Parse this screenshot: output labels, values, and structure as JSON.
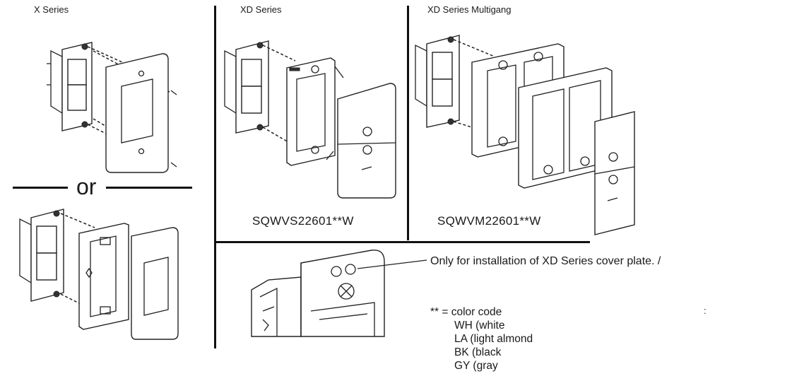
{
  "sections": {
    "x_series_label": "X Series",
    "xd_series_label": "XD Series",
    "xd_multigang_label": "XD Series Multigang",
    "or_label": "or"
  },
  "models": {
    "single": "SQWVS22601**W",
    "multi": "SQWVM22601**W"
  },
  "note": {
    "text": "Only for installation of XD Series cover plate. /",
    "trailing_mark": ":"
  },
  "color_codes": {
    "heading": "** = color code",
    "items": [
      "WH (white",
      "LA (light almond",
      "BK (black",
      "GY (gray"
    ]
  }
}
